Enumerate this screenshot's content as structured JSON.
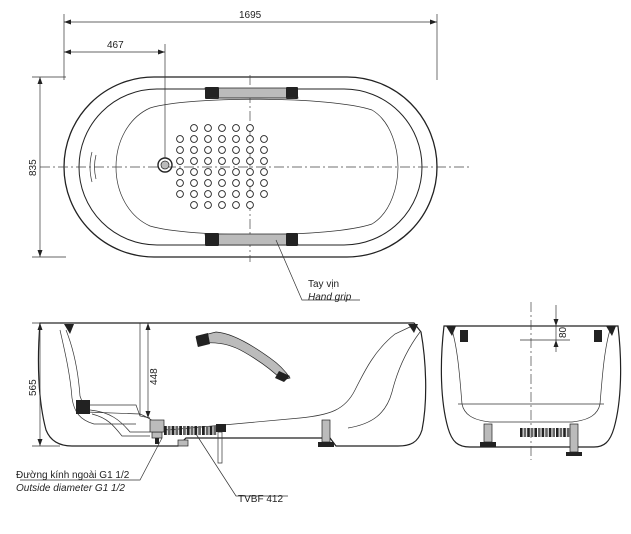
{
  "dimensions": {
    "overall_length": "1695",
    "drain_offset": "467",
    "overall_width": "835",
    "overall_height": "565",
    "inner_depth": "448",
    "rim_height": "80"
  },
  "labels": {
    "hand_grip_vi": "Tay vịn",
    "hand_grip_en": "Hand grip",
    "outside_diameter_vi": "Đường kính ngoài G1 1/2",
    "outside_diameter_en": "Outside diameter G1 1/2",
    "drain_model": "TVBF 412"
  },
  "icons": [
    "hand-grip-icon",
    "drain-hole-icon",
    "leveling-foot-icon",
    "flexible-hose-icon"
  ]
}
